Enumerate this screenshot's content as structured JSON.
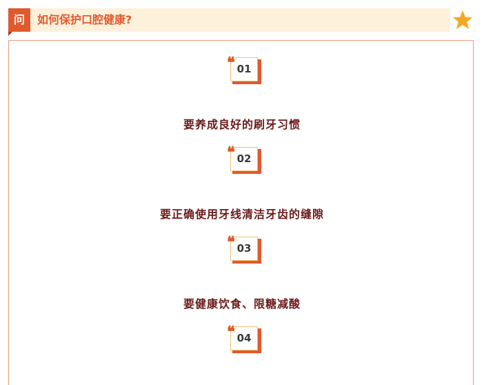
{
  "header": {
    "badge": "问",
    "title": "如何保护口腔健康?",
    "star_icon": "star-icon"
  },
  "colors": {
    "accent": "#e05a2e",
    "header_bg": "#fdf1dc",
    "text_dark_red": "#6b1a1a",
    "border": "#ec9a7d",
    "star": "#f5a623"
  },
  "items": [
    {
      "number": "01",
      "text": "要养成良好的刷牙习惯"
    },
    {
      "number": "02",
      "text": "要正确使用牙线清洁牙齿的缝隙"
    },
    {
      "number": "03",
      "text": "要健康饮食、限糖减酸"
    },
    {
      "number": "04",
      "text": ""
    }
  ]
}
